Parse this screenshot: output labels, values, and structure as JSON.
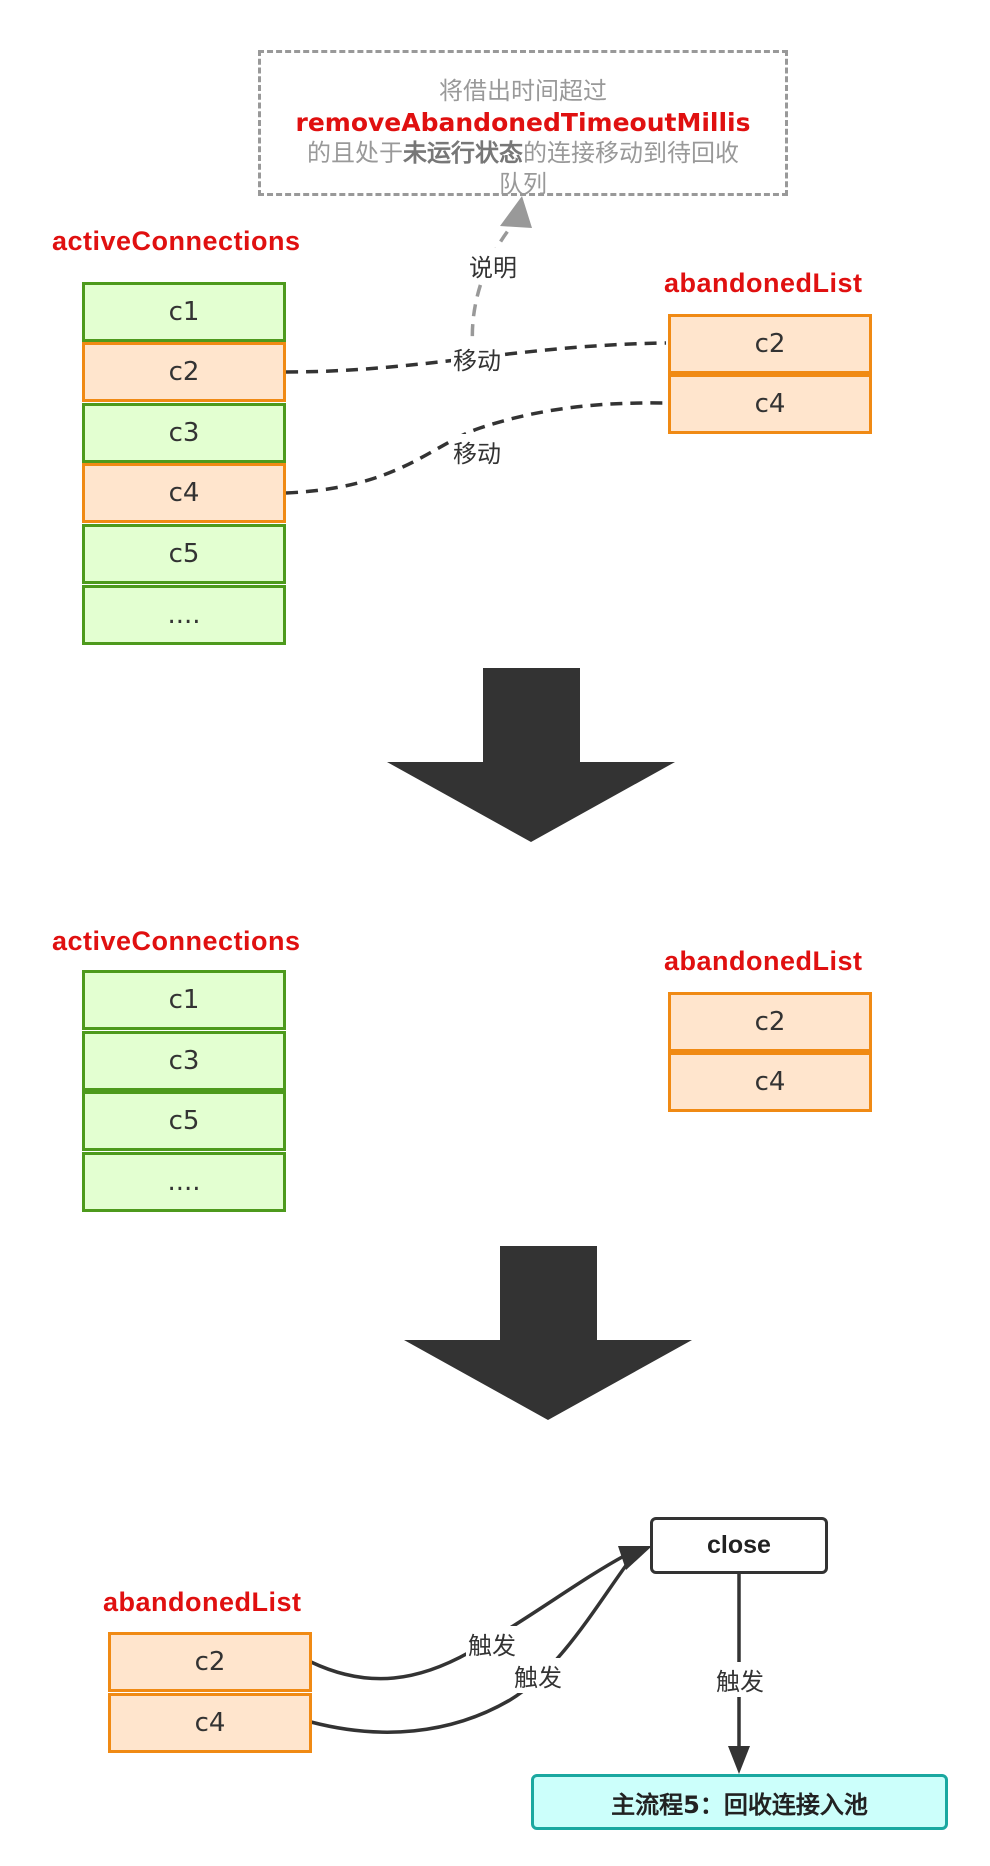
{
  "stage1": {
    "active_title": "activeConnections",
    "active_items": [
      "c1",
      "c2",
      "c3",
      "c4",
      "c5",
      "...."
    ],
    "abandoned_title": "abandonedList",
    "abandoned_items": [
      "c2",
      "c4"
    ],
    "move_label_1": "移动",
    "move_label_2": "移动",
    "explain_label": "说明",
    "note": {
      "line1": "将借出时间超过",
      "line2": "removeAbandonedTimeoutMillis",
      "line3_pre": "的且处于",
      "line3_bold": "未运行状态",
      "line3_post": "的连接移动到待回收",
      "line4": "队列"
    }
  },
  "stage2": {
    "active_title": "activeConnections",
    "active_items": [
      "c1",
      "c3",
      "c5",
      "...."
    ],
    "abandoned_title": "abandonedList",
    "abandoned_items": [
      "c2",
      "c4"
    ]
  },
  "stage3": {
    "abandoned_title": "abandonedList",
    "abandoned_items": [
      "c2",
      "c4"
    ],
    "close_label": "close",
    "trigger_label_1": "触发",
    "trigger_label_2": "触发",
    "trigger_label_3": "触发",
    "main_flow_label": "主流程5：回收连接入池"
  },
  "colors": {
    "active_fill": "#e3ffd1",
    "active_border": "#4d9a1c",
    "abandoned_fill": "#ffe5cd",
    "abandoned_border": "#f08a14",
    "title_red": "#e01010",
    "main_flow_fill": "#ccfffb",
    "main_flow_border": "#1aa8a0"
  }
}
